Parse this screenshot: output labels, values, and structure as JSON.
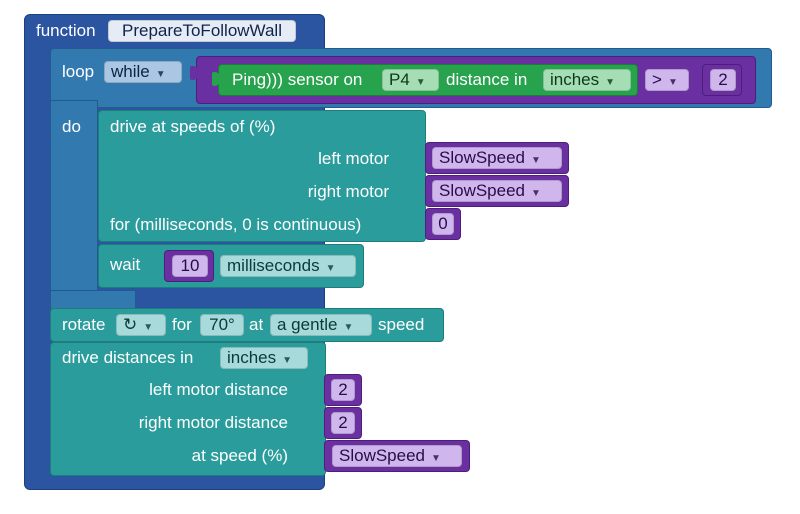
{
  "function_block": {
    "keyword": "function",
    "name": "PrepareToFollowWall"
  },
  "loop_block": {
    "keyword": "loop",
    "mode": "while",
    "do_label": "do",
    "condition": {
      "sensor_label": "Ping))) sensor on",
      "pin": "P4",
      "distance_label": "distance in",
      "unit": "inches",
      "operator": ">",
      "value": "2"
    }
  },
  "drive_speeds_block": {
    "title": "drive at speeds of (%)",
    "left_label": "left motor",
    "left_value": "SlowSpeed",
    "right_label": "right motor",
    "right_value": "SlowSpeed",
    "for_label": "for (milliseconds, 0 is continuous)",
    "for_value": "0"
  },
  "wait_block": {
    "label": "wait",
    "value": "10",
    "unit": "milliseconds"
  },
  "rotate_block": {
    "label": "rotate",
    "direction_icon": "↻",
    "for_label": "for",
    "angle": "70°",
    "at_label": "at",
    "speed_choice": "a gentle",
    "speed_label": "speed"
  },
  "drive_distances_block": {
    "title": "drive distances in",
    "unit": "inches",
    "left_label": "left motor distance",
    "left_value": "2",
    "right_label": "right motor distance",
    "right_value": "2",
    "speed_label": "at speed (%)",
    "speed_value": "SlowSpeed"
  },
  "dropdown_arrow": "▼",
  "colors": {
    "function": "#2b55a1",
    "loop": "#3279b0",
    "motion": "#2a9c9c",
    "value": "#6a2fa0",
    "sensor": "#27a24d"
  }
}
